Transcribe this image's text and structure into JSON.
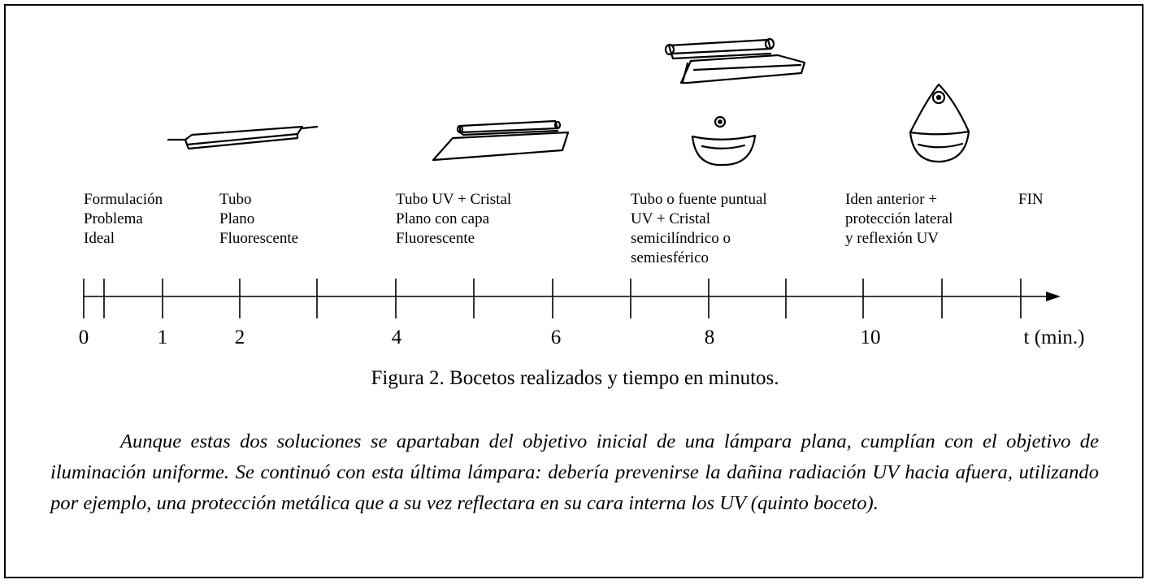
{
  "figure": {
    "stage_labels": [
      {
        "lines": [
          "Formulación",
          "Problema",
          "Ideal"
        ]
      },
      {
        "lines": [
          "Tubo",
          "Plano",
          "Fluorescente"
        ]
      },
      {
        "lines": [
          "Tubo UV + Cristal",
          "Plano con capa",
          "Fluorescente"
        ]
      },
      {
        "lines": [
          "Tubo o fuente puntual",
          "UV + Cristal",
          "semicilíndrico o",
          "semiesférico"
        ]
      },
      {
        "lines": [
          "Iden anterior +",
          "protección lateral",
          "y reflexión UV"
        ]
      },
      {
        "lines": [
          "FIN"
        ]
      }
    ],
    "axis": {
      "tick_labels": [
        "0",
        "1",
        "2",
        "4",
        "6",
        "8",
        "10"
      ],
      "unit_label": "t (min.)"
    },
    "caption": "Figura 2. Bocetos realizados y tiempo en minutos."
  },
  "paragraph": "Aunque estas dos soluciones se apartaban del objetivo inicial de una lámpara plana, cumplían con el objetivo de iluminación uniforme. Se continuó con esta última lámpara: debería prevenirse la dañina radiación UV hacia afuera, utilizando por ejemplo, una protección metálica que a su vez reflectara en su cara interna los UV (quinto boceto)."
}
